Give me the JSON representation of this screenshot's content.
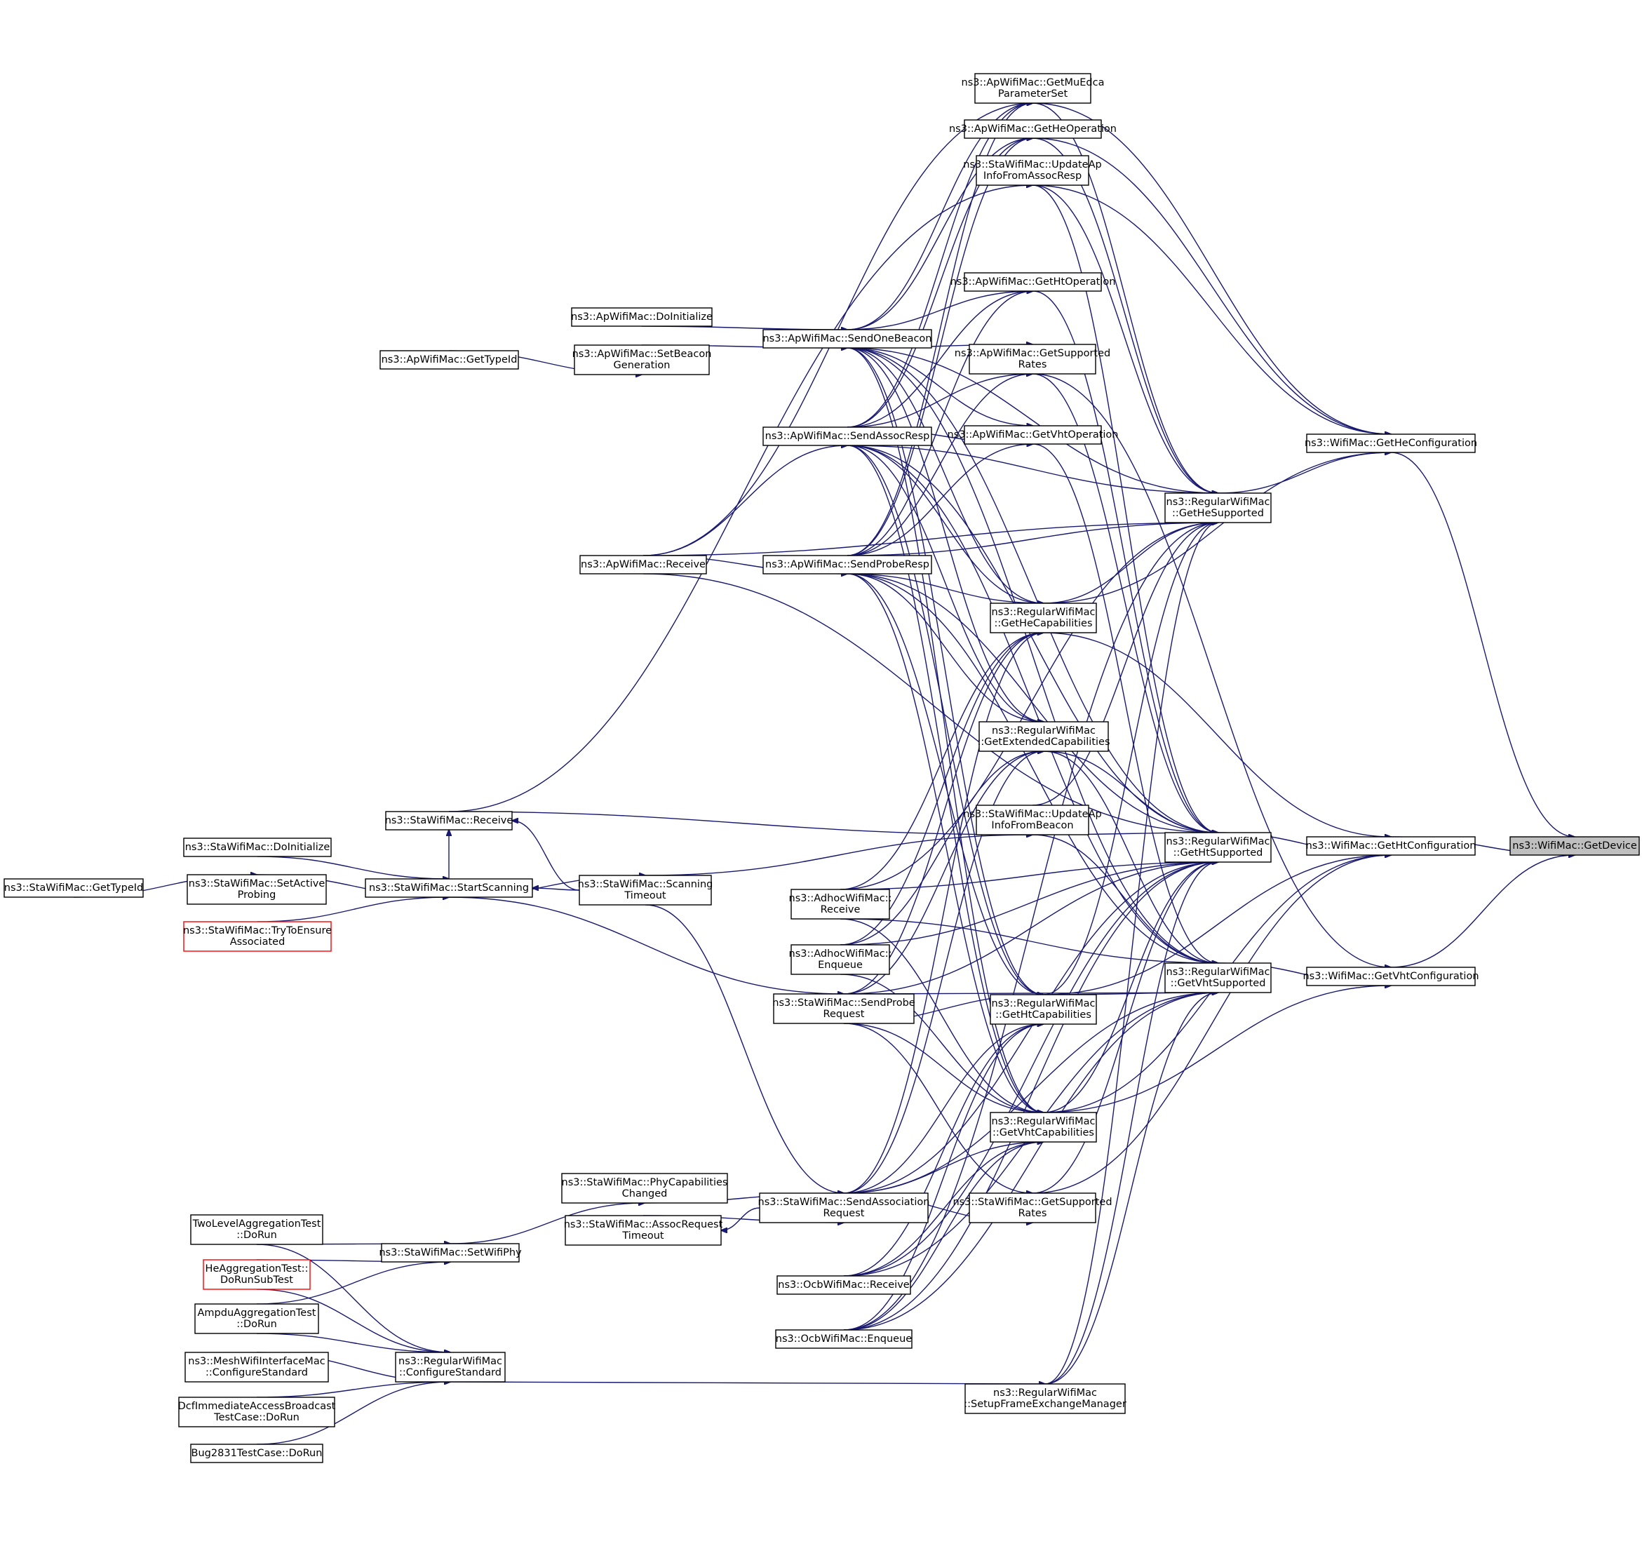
{
  "graph": {
    "direction": "right-to-left call graph",
    "edge_color": "#191970",
    "highlight_fill": "#bfbfbf",
    "nodes": [
      {
        "id": "getdevice",
        "lines": [
          "ns3::WifiMac::GetDevice"
        ],
        "highlight": true
      },
      {
        "id": "getheconf",
        "lines": [
          "ns3::WifiMac::GetHeConfiguration"
        ]
      },
      {
        "id": "gethtconf",
        "lines": [
          "ns3::WifiMac::GetHtConfiguration"
        ]
      },
      {
        "id": "getvhtconf",
        "lines": [
          "ns3::WifiMac::GetVhtConfiguration"
        ]
      },
      {
        "id": "hesup",
        "lines": [
          "ns3::RegularWifiMac",
          "::GetHeSupported"
        ]
      },
      {
        "id": "htsup",
        "lines": [
          "ns3::RegularWifiMac",
          "::GetHtSupported"
        ]
      },
      {
        "id": "vhtsup",
        "lines": [
          "ns3::RegularWifiMac",
          "::GetVhtSupported"
        ]
      },
      {
        "id": "muedca",
        "lines": [
          "ns3::ApWifiMac::GetMuEdca",
          "ParameterSet"
        ]
      },
      {
        "id": "heop",
        "lines": [
          "ns3::ApWifiMac::GetHeOperation"
        ]
      },
      {
        "id": "updassoc",
        "lines": [
          "ns3::StaWifiMac::UpdateAp",
          "InfoFromAssocResp"
        ]
      },
      {
        "id": "htop",
        "lines": [
          "ns3::ApWifiMac::GetHtOperation"
        ]
      },
      {
        "id": "apsuprates",
        "lines": [
          "ns3::ApWifiMac::GetSupported",
          "Rates"
        ]
      },
      {
        "id": "vhtop",
        "lines": [
          "ns3::ApWifiMac::GetVhtOperation"
        ]
      },
      {
        "id": "hecap",
        "lines": [
          "ns3::RegularWifiMac",
          "::GetHeCapabilities"
        ]
      },
      {
        "id": "extcap",
        "lines": [
          "ns3::RegularWifiMac",
          "::GetExtendedCapabilities"
        ]
      },
      {
        "id": "updbeacon",
        "lines": [
          "ns3::StaWifiMac::UpdateAp",
          "InfoFromBeacon"
        ]
      },
      {
        "id": "htcap",
        "lines": [
          "ns3::RegularWifiMac",
          "::GetHtCapabilities"
        ]
      },
      {
        "id": "vhtcap",
        "lines": [
          "ns3::RegularWifiMac",
          "::GetVhtCapabilities"
        ]
      },
      {
        "id": "stasuprates",
        "lines": [
          "ns3::StaWifiMac::GetSupported",
          "Rates"
        ]
      },
      {
        "id": "setupfem",
        "lines": [
          "ns3::RegularWifiMac",
          "::SetupFrameExchangeManager"
        ]
      },
      {
        "id": "sendbeacon",
        "lines": [
          "ns3::ApWifiMac::SendOneBeacon"
        ]
      },
      {
        "id": "sendassocresp",
        "lines": [
          "ns3::ApWifiMac::SendAssocResp"
        ]
      },
      {
        "id": "sendproberesp",
        "lines": [
          "ns3::ApWifiMac::SendProbeResp"
        ]
      },
      {
        "id": "adhocrecv",
        "lines": [
          "ns3::AdhocWifiMac::",
          "Receive"
        ]
      },
      {
        "id": "adhocenq",
        "lines": [
          "ns3::AdhocWifiMac::",
          "Enqueue"
        ]
      },
      {
        "id": "sendprobereq",
        "lines": [
          "ns3::StaWifiMac::SendProbe",
          "Request"
        ]
      },
      {
        "id": "sendassocreq",
        "lines": [
          "ns3::StaWifiMac::SendAssociation",
          "Request"
        ]
      },
      {
        "id": "ocbrecv",
        "lines": [
          "ns3::OcbWifiMac::Receive"
        ]
      },
      {
        "id": "ocbenq",
        "lines": [
          "ns3::OcbWifiMac::Enqueue"
        ]
      },
      {
        "id": "apinit",
        "lines": [
          "ns3::ApWifiMac::DoInitialize"
        ]
      },
      {
        "id": "setbeacongen",
        "lines": [
          "ns3::ApWifiMac::SetBeacon",
          "Generation"
        ]
      },
      {
        "id": "aprecv",
        "lines": [
          "ns3::ApWifiMac::Receive"
        ]
      },
      {
        "id": "scantimeout",
        "lines": [
          "ns3::StaWifiMac::Scanning",
          "Timeout"
        ]
      },
      {
        "id": "phycapchanged",
        "lines": [
          "ns3::StaWifiMac::PhyCapabilities",
          "Changed"
        ]
      },
      {
        "id": "assocreqtimeout",
        "lines": [
          "ns3::StaWifiMac::AssocRequest",
          "Timeout"
        ]
      },
      {
        "id": "aptypeid",
        "lines": [
          "ns3::ApWifiMac::GetTypeId"
        ]
      },
      {
        "id": "starecv",
        "lines": [
          "ns3::StaWifiMac::Receive"
        ]
      },
      {
        "id": "startscan",
        "lines": [
          "ns3::StaWifiMac::StartScanning"
        ]
      },
      {
        "id": "setwifiphy",
        "lines": [
          "ns3::StaWifiMac::SetWifiPhy"
        ]
      },
      {
        "id": "regconfstd",
        "lines": [
          "ns3::RegularWifiMac",
          "::ConfigureStandard"
        ]
      },
      {
        "id": "stainit",
        "lines": [
          "ns3::StaWifiMac::DoInitialize"
        ]
      },
      {
        "id": "setactive",
        "lines": [
          "ns3::StaWifiMac::SetActive",
          "Probing"
        ]
      },
      {
        "id": "tryassoc",
        "lines": [
          "ns3::StaWifiMac::TryToEnsure",
          "Associated"
        ],
        "truncated": true
      },
      {
        "id": "twolevel",
        "lines": [
          "TwoLevelAggregationTest",
          "::DoRun"
        ]
      },
      {
        "id": "heagg",
        "lines": [
          "HeAggregationTest::",
          "DoRunSubTest"
        ],
        "truncated": true
      },
      {
        "id": "ampdu",
        "lines": [
          "AmpduAggregationTest",
          "::DoRun"
        ]
      },
      {
        "id": "meshconf",
        "lines": [
          "ns3::MeshWifiInterfaceMac",
          "::ConfigureStandard"
        ]
      },
      {
        "id": "dcf",
        "lines": [
          "DcfImmediateAccessBroadcast",
          "TestCase::DoRun"
        ]
      },
      {
        "id": "bug2831",
        "lines": [
          "Bug2831TestCase::DoRun"
        ]
      },
      {
        "id": "statypeid",
        "lines": [
          "ns3::StaWifiMac::GetTypeId"
        ]
      }
    ]
  }
}
